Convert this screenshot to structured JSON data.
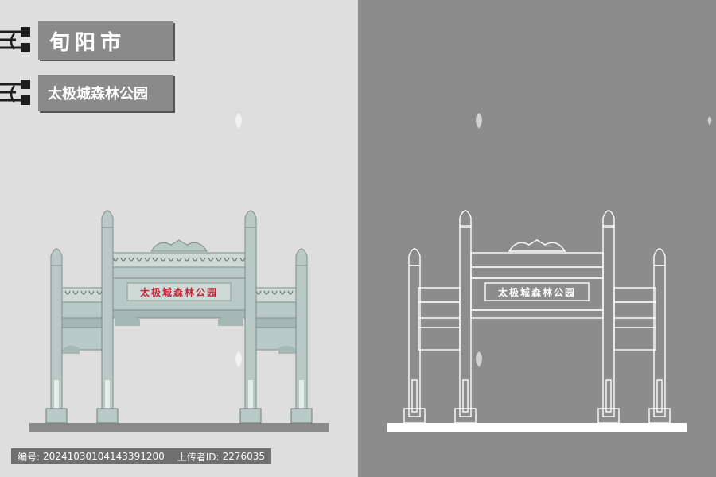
{
  "city_sign": "旬阳市",
  "park_sign": "太极城森林公园",
  "gate_plaque": "太极城森林公园",
  "footer": {
    "id_label": "编号:",
    "id_value": "20241030104143391200",
    "uploader_label": "上传者ID:",
    "uploader_value": "2276035"
  },
  "colors": {
    "left_bg": "#dedede",
    "right_bg": "#8c8c8c",
    "gate_fill": "#b9c9c5",
    "plaque_text": "#c0283a",
    "line_art": "#ffffff"
  },
  "icons": [
    "watermark-logo-icon",
    "sign-bracket-icon"
  ]
}
